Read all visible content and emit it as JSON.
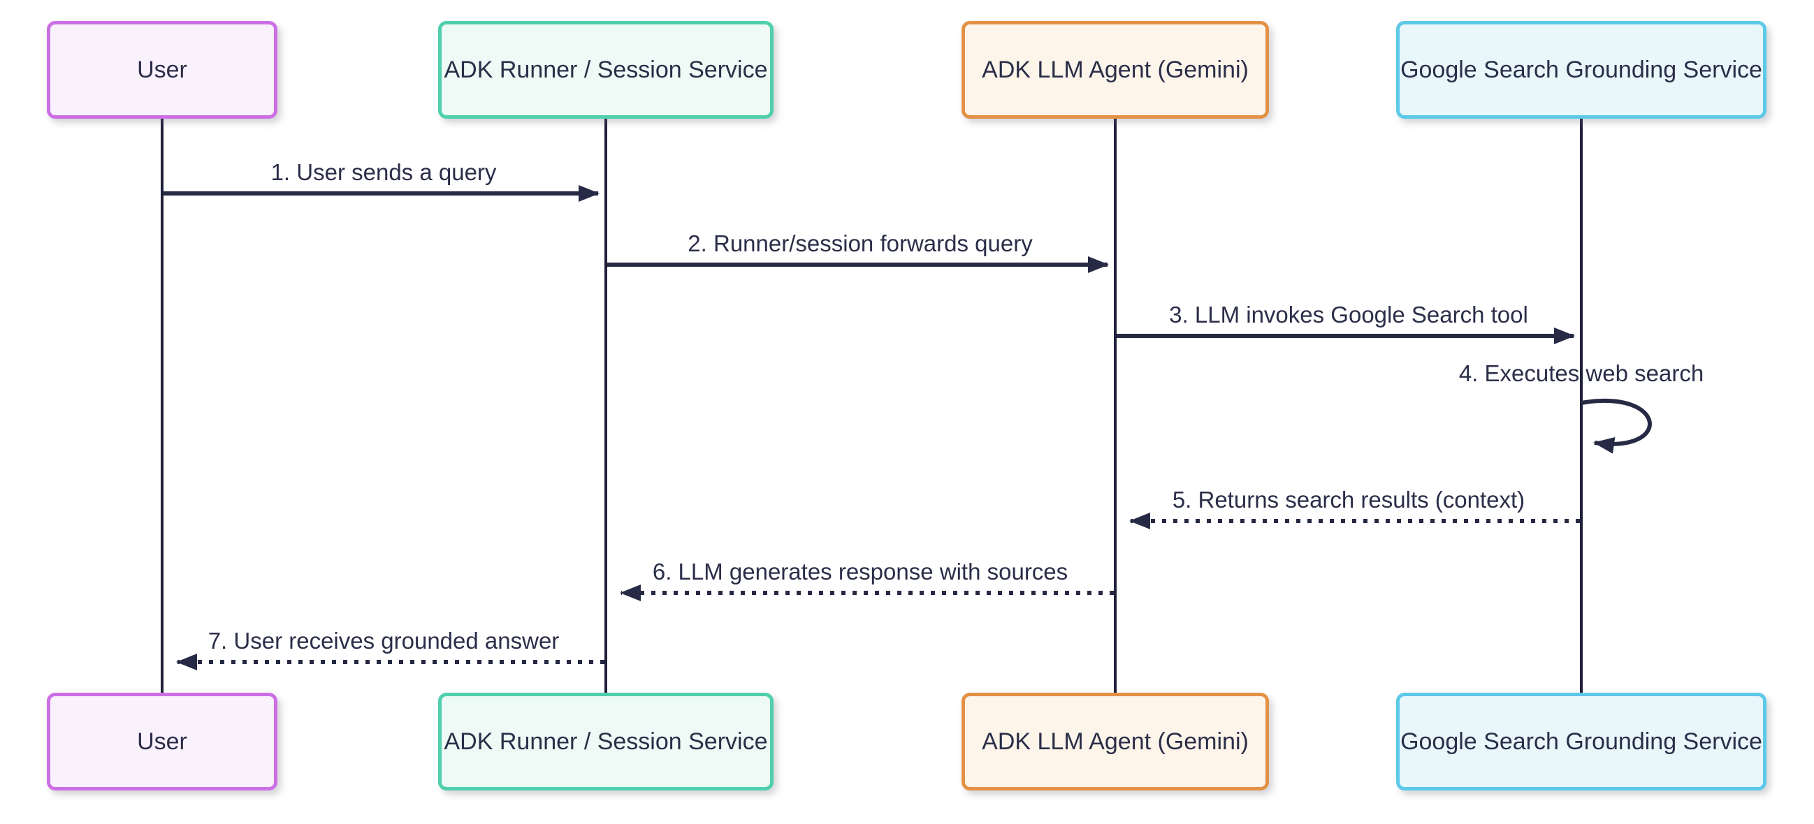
{
  "diagram": {
    "type": "sequence-diagram",
    "actors": [
      {
        "name": "User",
        "border_color": "#cd6fe4",
        "fill_color": "#f9f1fc"
      },
      {
        "name": "ADK Runner / Session Service",
        "border_color": "#50cfad",
        "fill_color": "#edfaf5"
      },
      {
        "name": "ADK LLM Agent (Gemini)",
        "border_color": "#e39145",
        "fill_color": "#fdf4ea"
      },
      {
        "name": "Google Search Grounding Service",
        "border_color": "#5cc9e8",
        "fill_color": "#e9f7fb"
      }
    ],
    "messages": [
      {
        "label": "1. User sends a query",
        "from": "User",
        "to": "ADK Runner / Session Service",
        "line": "solid"
      },
      {
        "label": "2. Runner/session forwards query",
        "from": "ADK Runner / Session Service",
        "to": "ADK LLM Agent (Gemini)",
        "line": "solid"
      },
      {
        "label": "3. LLM invokes Google Search tool",
        "from": "ADK LLM Agent (Gemini)",
        "to": "Google Search Grounding Service",
        "line": "solid"
      },
      {
        "label": "4. Executes web search",
        "from": "Google Search Grounding Service",
        "to": "Google Search Grounding Service",
        "line": "self-loop"
      },
      {
        "label": "5. Returns search results (context)",
        "from": "Google Search Grounding Service",
        "to": "ADK LLM Agent (Gemini)",
        "line": "dotted"
      },
      {
        "label": "6. LLM generates response with sources",
        "from": "ADK LLM Agent (Gemini)",
        "to": "ADK Runner / Session Service",
        "line": "dotted"
      },
      {
        "label": "7. User receives grounded answer",
        "from": "ADK Runner / Session Service",
        "to": "User",
        "line": "dotted"
      }
    ],
    "colors": {
      "background": "#ffffff",
      "line": "#262a45",
      "lifeline": "#20203a",
      "text": "#2b2e48"
    }
  }
}
